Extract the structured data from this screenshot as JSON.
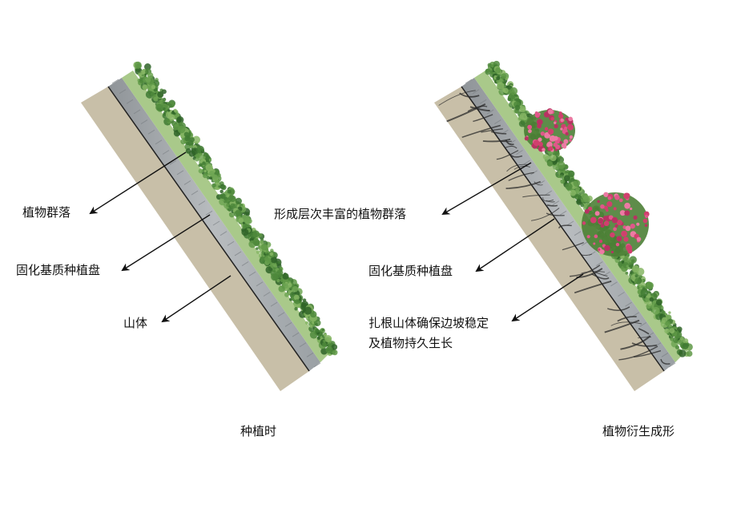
{
  "left_panel": {
    "labels": [
      "植物群落",
      "固化基质种植盘",
      "山体"
    ],
    "caption": "种植时"
  },
  "right_panel": {
    "labels": [
      "形成层次丰富的植物群落",
      "固化基质种植盘",
      "扎根山体确保边坡稳定",
      "及植物持久生长"
    ],
    "caption": "植物衍生成形"
  },
  "colors": {
    "soil": "#c8bfa8",
    "tray": "#a9adb0",
    "tray_dark": "#7d8286",
    "green_light": "#a9c98a",
    "green_dark": "#3f7a32",
    "flower": "#d0406e",
    "root": "#2a2a2a"
  }
}
